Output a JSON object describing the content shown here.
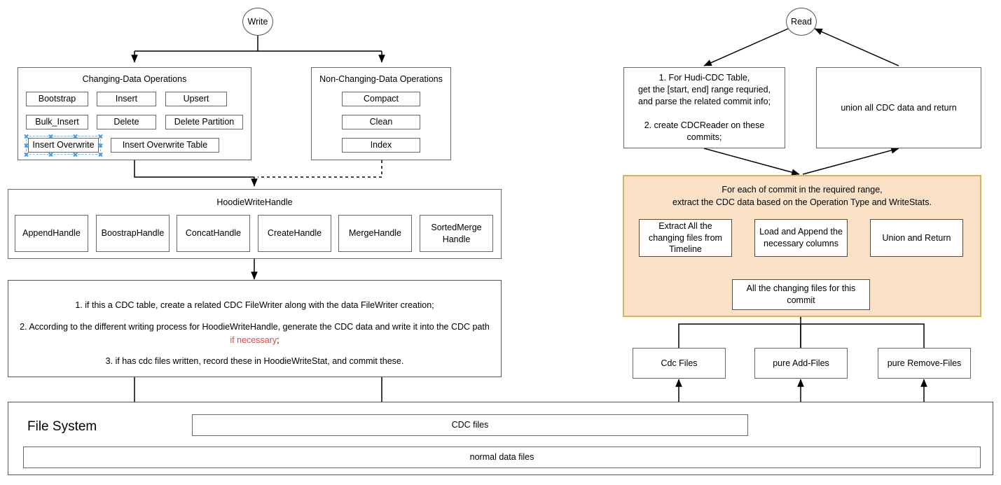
{
  "write_flow": {
    "start_label": "Write",
    "changing": {
      "title": "Changing-Data Operations",
      "ops": [
        "Bootstrap",
        "Insert",
        "Upsert",
        "Bulk_Insert",
        "Delete",
        "Delete Partition",
        "Insert  Overwrite",
        "Insert  Overwrite Table"
      ],
      "selected_op": "Insert  Overwrite"
    },
    "non_changing": {
      "title": "Non-Changing-Data Operations",
      "ops": [
        "Compact",
        "Clean",
        "Index"
      ]
    },
    "handle": {
      "title": "HoodieWriteHandle",
      "items": [
        "AppendHandle",
        "BoostrapHandle",
        "ConcatHandle",
        "CreateHandle",
        "MergeHandle",
        "SortedMerge Handle"
      ]
    },
    "steps": {
      "line1": "1. if this a CDC table, create a related CDC FileWriter along with the data FileWriter creation;",
      "line2_a": "2. According to the different writing process for HoodieWriteHandle, generate the CDC data and write it into the CDC path ",
      "line2_red": "if necessary",
      "line2_b": ";",
      "line3": "3. if has cdc files written, record these in HoodieWriteStat, and commit these."
    },
    "filesystem": {
      "label": "File System",
      "cdc_files": "CDC files",
      "normal_files": "normal data files"
    }
  },
  "read_flow": {
    "start_label": "Read",
    "step1": "1. For Hudi-CDC Table,\nget the [start, end] range requried,\nand parse the related commit info;\n\n2. create CDCReader on these commits;",
    "union_box": "union all CDC data and return",
    "orange": {
      "title": "For each of commit in the required range,\nextract the CDC data based on the Operation Type and WriteStats.",
      "extract": "Extract All the changing files from Timeline",
      "load": "Load and Append the necessary columns",
      "union": "Union and Return",
      "all_changing": "All the changing files for this commit"
    },
    "file_kinds": [
      "Cdc Files",
      "pure Add-Files",
      "pure Remove-Files"
    ]
  },
  "colors": {
    "panel_fill": "#fbe2c6",
    "panel_border": "#d6b55a",
    "box_border": "#666666",
    "accent_red": "#e8463a",
    "selection": "#3d9be9"
  }
}
